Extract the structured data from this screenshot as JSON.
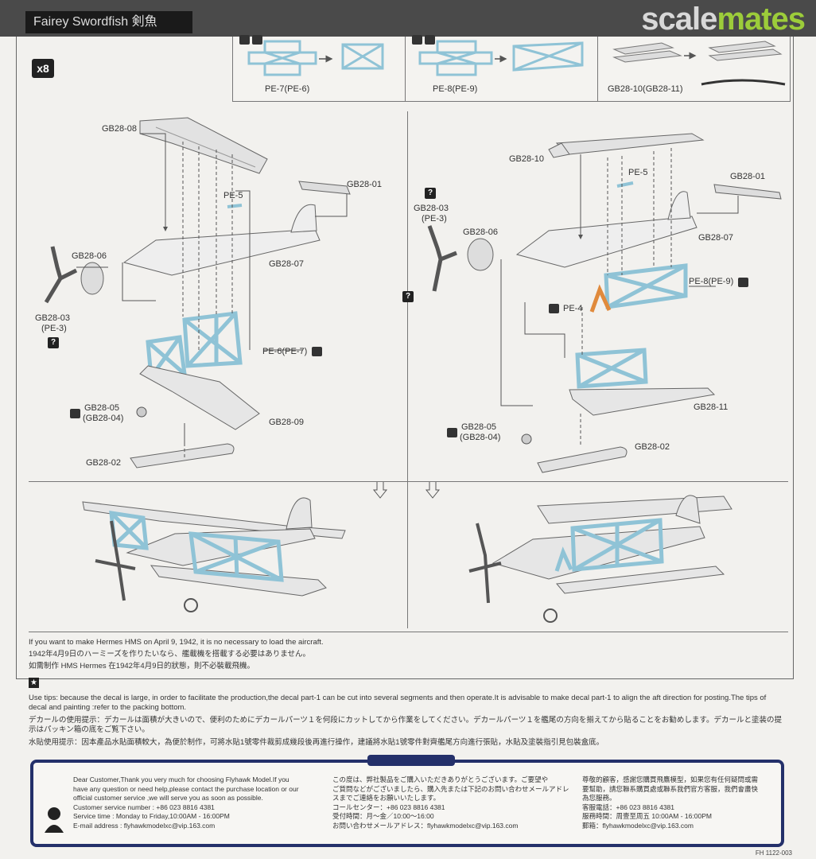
{
  "header": {
    "title": "Fairey Swordfish 剣魚",
    "brand_gray": "scale",
    "brand_green": "mates"
  },
  "quantity_badge": "x8",
  "top_strip": {
    "step1_label": "PE-7(PE-6)",
    "step2_label": "PE-8(PE-9)",
    "step3_label": "GB28-10(GB28-11)"
  },
  "left_assembly": {
    "labels": {
      "upper_wing": "GB28-08",
      "tail_part": "GB28-01",
      "pe5": "PE-5",
      "cowl": "GB28-06",
      "fuselage": "GB28-07",
      "prop": "GB28-03",
      "prop_pe": "(PE-3)",
      "struts": "PE-6(PE-7)",
      "gear": "GB28-05",
      "gear_alt": "(GB28-04)",
      "lower_wing": "GB28-09",
      "torpedo": "GB28-02"
    }
  },
  "right_assembly": {
    "labels": {
      "upper_wing": "GB28-10",
      "pe5": "PE-5",
      "tail_part": "GB28-01",
      "prop": "GB28-03",
      "prop_pe": "(PE-3)",
      "cowl": "GB28-06",
      "fuselage": "GB28-07",
      "struts": "PE-8(PE-9)",
      "pe4": "PE-4",
      "lower_wing": "GB28-11",
      "gear": "GB28-05",
      "gear_alt": "(GB28-04)",
      "torpedo": "GB28-02"
    }
  },
  "question_mark": "?",
  "hermes_note": {
    "en": "If you want to make Hermes HMS on April 9, 1942, it is no necessary to load the aircraft.",
    "jp": "1942年4月9日のハーミーズを作りたいなら、艦載機を搭載する必要はありません。",
    "cn": "如需制作 HMS Hermes 在1942年4月9日的狀態，則不必裝載飛機。"
  },
  "tips": {
    "star": "★",
    "en": "Use tips: because the decal is large, in order to facilitate the production,the decal part-1 can be cut into several segments and then operate.It is advisable to make decal part-1 to align the aft direction for posting.The tips of decal and painting :refer to the packing bottom.",
    "jp": "デカールの使用提示：デカールは面積が大きいので、便利のためにデカールパーツ１を何段にカットしてから作業をしてください。デカールパーツ１を艦尾の方向を揃えてから貼ることをお勧めします。デカールと塗装の提示はパッキン箱の底をご覧下さい。",
    "cn": "水貼使用提示：因本產品水貼面積較大，為便於制作，可將水貼1號零件裁剪成幾段後再進行操作，建議將水貼1號零件對齊艦尾方向進行張貼，水貼及塗裝指引見包裝盒底。"
  },
  "customer": {
    "en": [
      "Dear Customer,Thank you very much for choosing Flyhawk Model.If you",
      "have any question or need help,please contact the purchase location or our",
      "official customer service ,we will serve you as soon as possible.",
      "Customer service number : +86 023 8816 4381",
      "Service time : Monday to Friday,10:00AM - 16:00PM",
      "E-mail address : flyhawkmodelxc@vip.163.com"
    ],
    "jp": [
      "この度は、弊社製品をご購入いただきありがとうございます。ご要望や",
      "ご質問などがございましたら、購入先または下記のお問い合わせメールアドレ",
      "スまでご連絡をお願いいたします。",
      "コールセンター：+86 023 8816 4381",
      "受付時間：月～金／10:00～16:00",
      "お問い合わせメールアドレス：flyhawkmodelxc@vip.163.com"
    ],
    "cn": [
      "尊敬的顧客，感謝您購買飛鷹模型，如果您有任何疑問或需",
      "要幫助，請您聯系購買處或聯系我們官方客服，我們會盡快",
      "為您服務。",
      "客服電話：+86 023 8816 4381",
      "服務時間：周壹至周五 10:00AM - 16:00PM",
      "郵箱：flyhawkmodelxc@vip.163.com"
    ]
  },
  "page_code": "FH 1122-003",
  "colors": {
    "photo_etch": "#8fc3d6",
    "pe4_orange": "#e08a3c",
    "frame_blue": "#24306a",
    "brand_green": "#9ccc3a"
  }
}
